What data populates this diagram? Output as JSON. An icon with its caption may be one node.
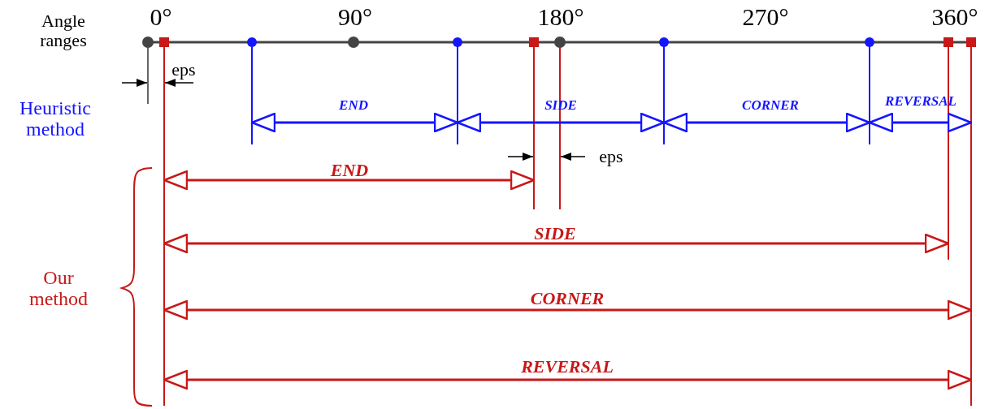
{
  "diagram": {
    "labels": [
      "Angle ranges",
      "0°",
      "90°",
      "180°",
      "270°",
      "360°",
      "eps",
      "Heuristic method",
      "END",
      "SIDE",
      "CORNER",
      "REVERSAL",
      "eps",
      "END",
      "SIDE",
      "CORNER",
      "REVERSAL",
      "Our method"
    ]
  }
}
